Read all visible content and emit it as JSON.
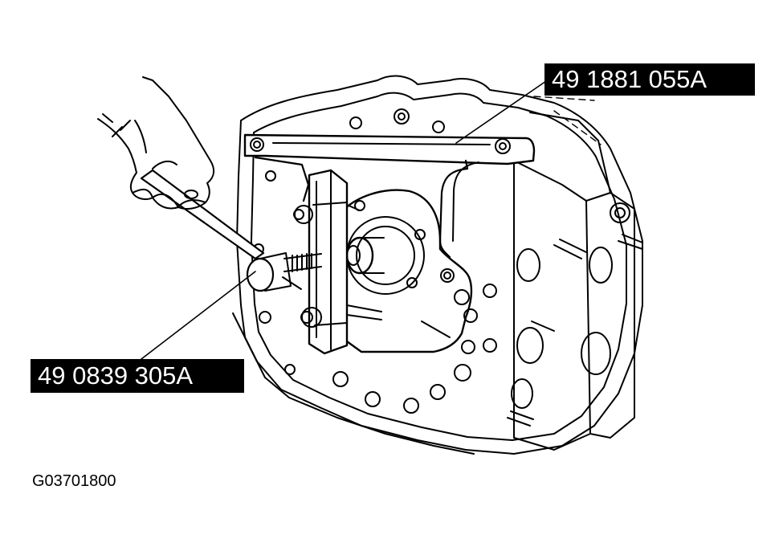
{
  "callouts": {
    "puller_bar": "49 1881 055A",
    "handle_tool": "49 0839 305A"
  },
  "figure_id": "G03701800",
  "colors": {
    "ink": "#000000",
    "paper": "#ffffff",
    "label_bg": "#000000",
    "label_text": "#ffffff"
  }
}
